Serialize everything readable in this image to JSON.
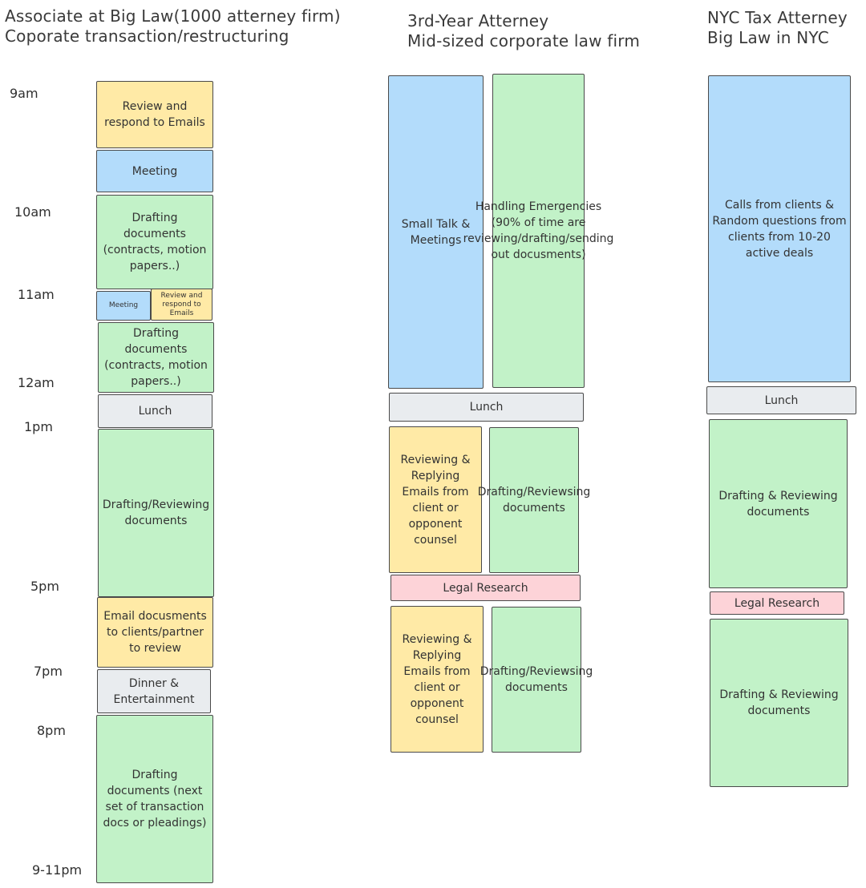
{
  "headings": {
    "col1": [
      "Associate at Big Law(1000 atterney firm)",
      "Coporate transaction/restructuring"
    ],
    "col2": [
      "3rd-Year Atterney",
      "Mid-sized corporate law firm"
    ],
    "col3": [
      "NYC Tax Atterney",
      "Big Law in NYC"
    ]
  },
  "times": [
    "9am",
    "10am",
    "11am",
    "12am",
    "1pm",
    "5pm",
    "7pm",
    "8pm",
    "9-11pm"
  ],
  "col1_blocks": [
    {
      "text": "Review and respond to Emails",
      "color": "#ffeaa6"
    },
    {
      "text": "Meeting",
      "color": "#b3dcfb"
    },
    {
      "text": "Drafting documents (contracts, motion papers..)",
      "color": "#c2f2c8"
    },
    {
      "text": "Meeting",
      "color": "#b3dcfb"
    },
    {
      "text": "Review and respond to Emails",
      "color": "#ffeaa6"
    },
    {
      "text": "Drafting documents (contracts, motion papers..)",
      "color": "#c2f2c8"
    },
    {
      "text": "Lunch",
      "color": "#e9ecef"
    },
    {
      "text": "Drafting/Reviewing documents",
      "color": "#c2f2c8"
    },
    {
      "text": "Email docusments to clients/partner to review",
      "color": "#ffeaa6"
    },
    {
      "text": "Dinner & Entertainment",
      "color": "#e9ecef"
    },
    {
      "text": "Drafting documents (next set of transaction docs or pleadings)",
      "color": "#c2f2c8"
    }
  ],
  "col2_blocks": [
    {
      "text": "Small Talk & Meetings",
      "color": "#b3dcfb"
    },
    {
      "text": "Handling Emergencies (90% of time are reviewing/drafting/sending out docusments)",
      "color": "#c2f2c8"
    },
    {
      "text": "Lunch",
      "color": "#e9ecef"
    },
    {
      "text": "Reviewing & Replying Emails from client or opponent counsel",
      "color": "#ffeaa6"
    },
    {
      "text": "Drafting/Reviewsing documents",
      "color": "#c2f2c8"
    },
    {
      "text": "Legal Research",
      "color": "#fdd3d8"
    },
    {
      "text": "Reviewing & Replying Emails from client or opponent counsel",
      "color": "#ffeaa6"
    },
    {
      "text": "Drafting/Reviewsing documents",
      "color": "#c2f2c8"
    }
  ],
  "col3_blocks": [
    {
      "text": "Calls from clients & Random questions from clients from 10-20 active deals",
      "color": "#b3dcfb"
    },
    {
      "text": "Lunch",
      "color": "#e9ecef"
    },
    {
      "text": "Drafting & Reviewing documents",
      "color": "#c2f2c8"
    },
    {
      "text": "Legal Research",
      "color": "#fdd3d8"
    },
    {
      "text": "Drafting & Reviewing documents",
      "color": "#c2f2c8"
    }
  ]
}
